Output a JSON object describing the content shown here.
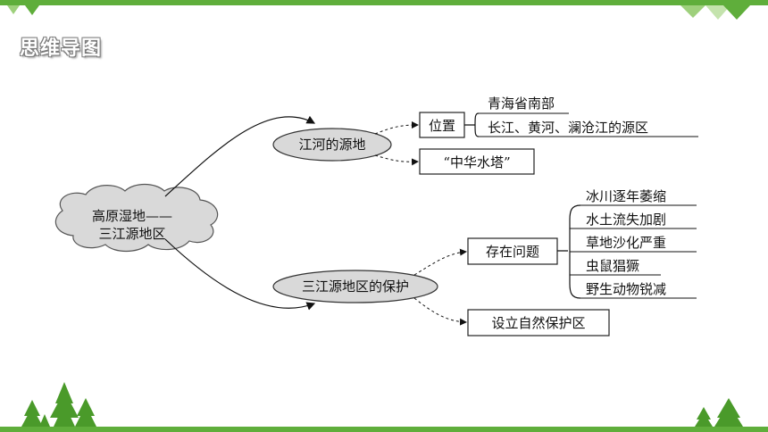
{
  "page": {
    "title": "思维导图"
  },
  "theme": {
    "green": "#5fae3b",
    "light_green": "#9ed07c",
    "cloud_fill": "#d9d9d9",
    "ellipse_fill": "#d9d9d9",
    "tree_color": "#4a9a2a"
  },
  "mindmap": {
    "root": {
      "line1": "高原湿地——",
      "line2": "三江源地区"
    },
    "branch1": {
      "label": "江河的源地",
      "child1": {
        "label": "位置",
        "items": [
          "青海省南部",
          "长江、黄河、澜沧江的源区"
        ]
      },
      "child2": {
        "label": "“中华水塔”"
      }
    },
    "branch2": {
      "label": "三江源地区的保护",
      "child1": {
        "label": "存在问题",
        "items": [
          "冰川逐年萎缩",
          "水土流失加剧",
          "草地沙化严重",
          "虫鼠猖獗",
          "野生动物锐减"
        ]
      },
      "child2": {
        "label": "设立自然保护区"
      }
    }
  }
}
